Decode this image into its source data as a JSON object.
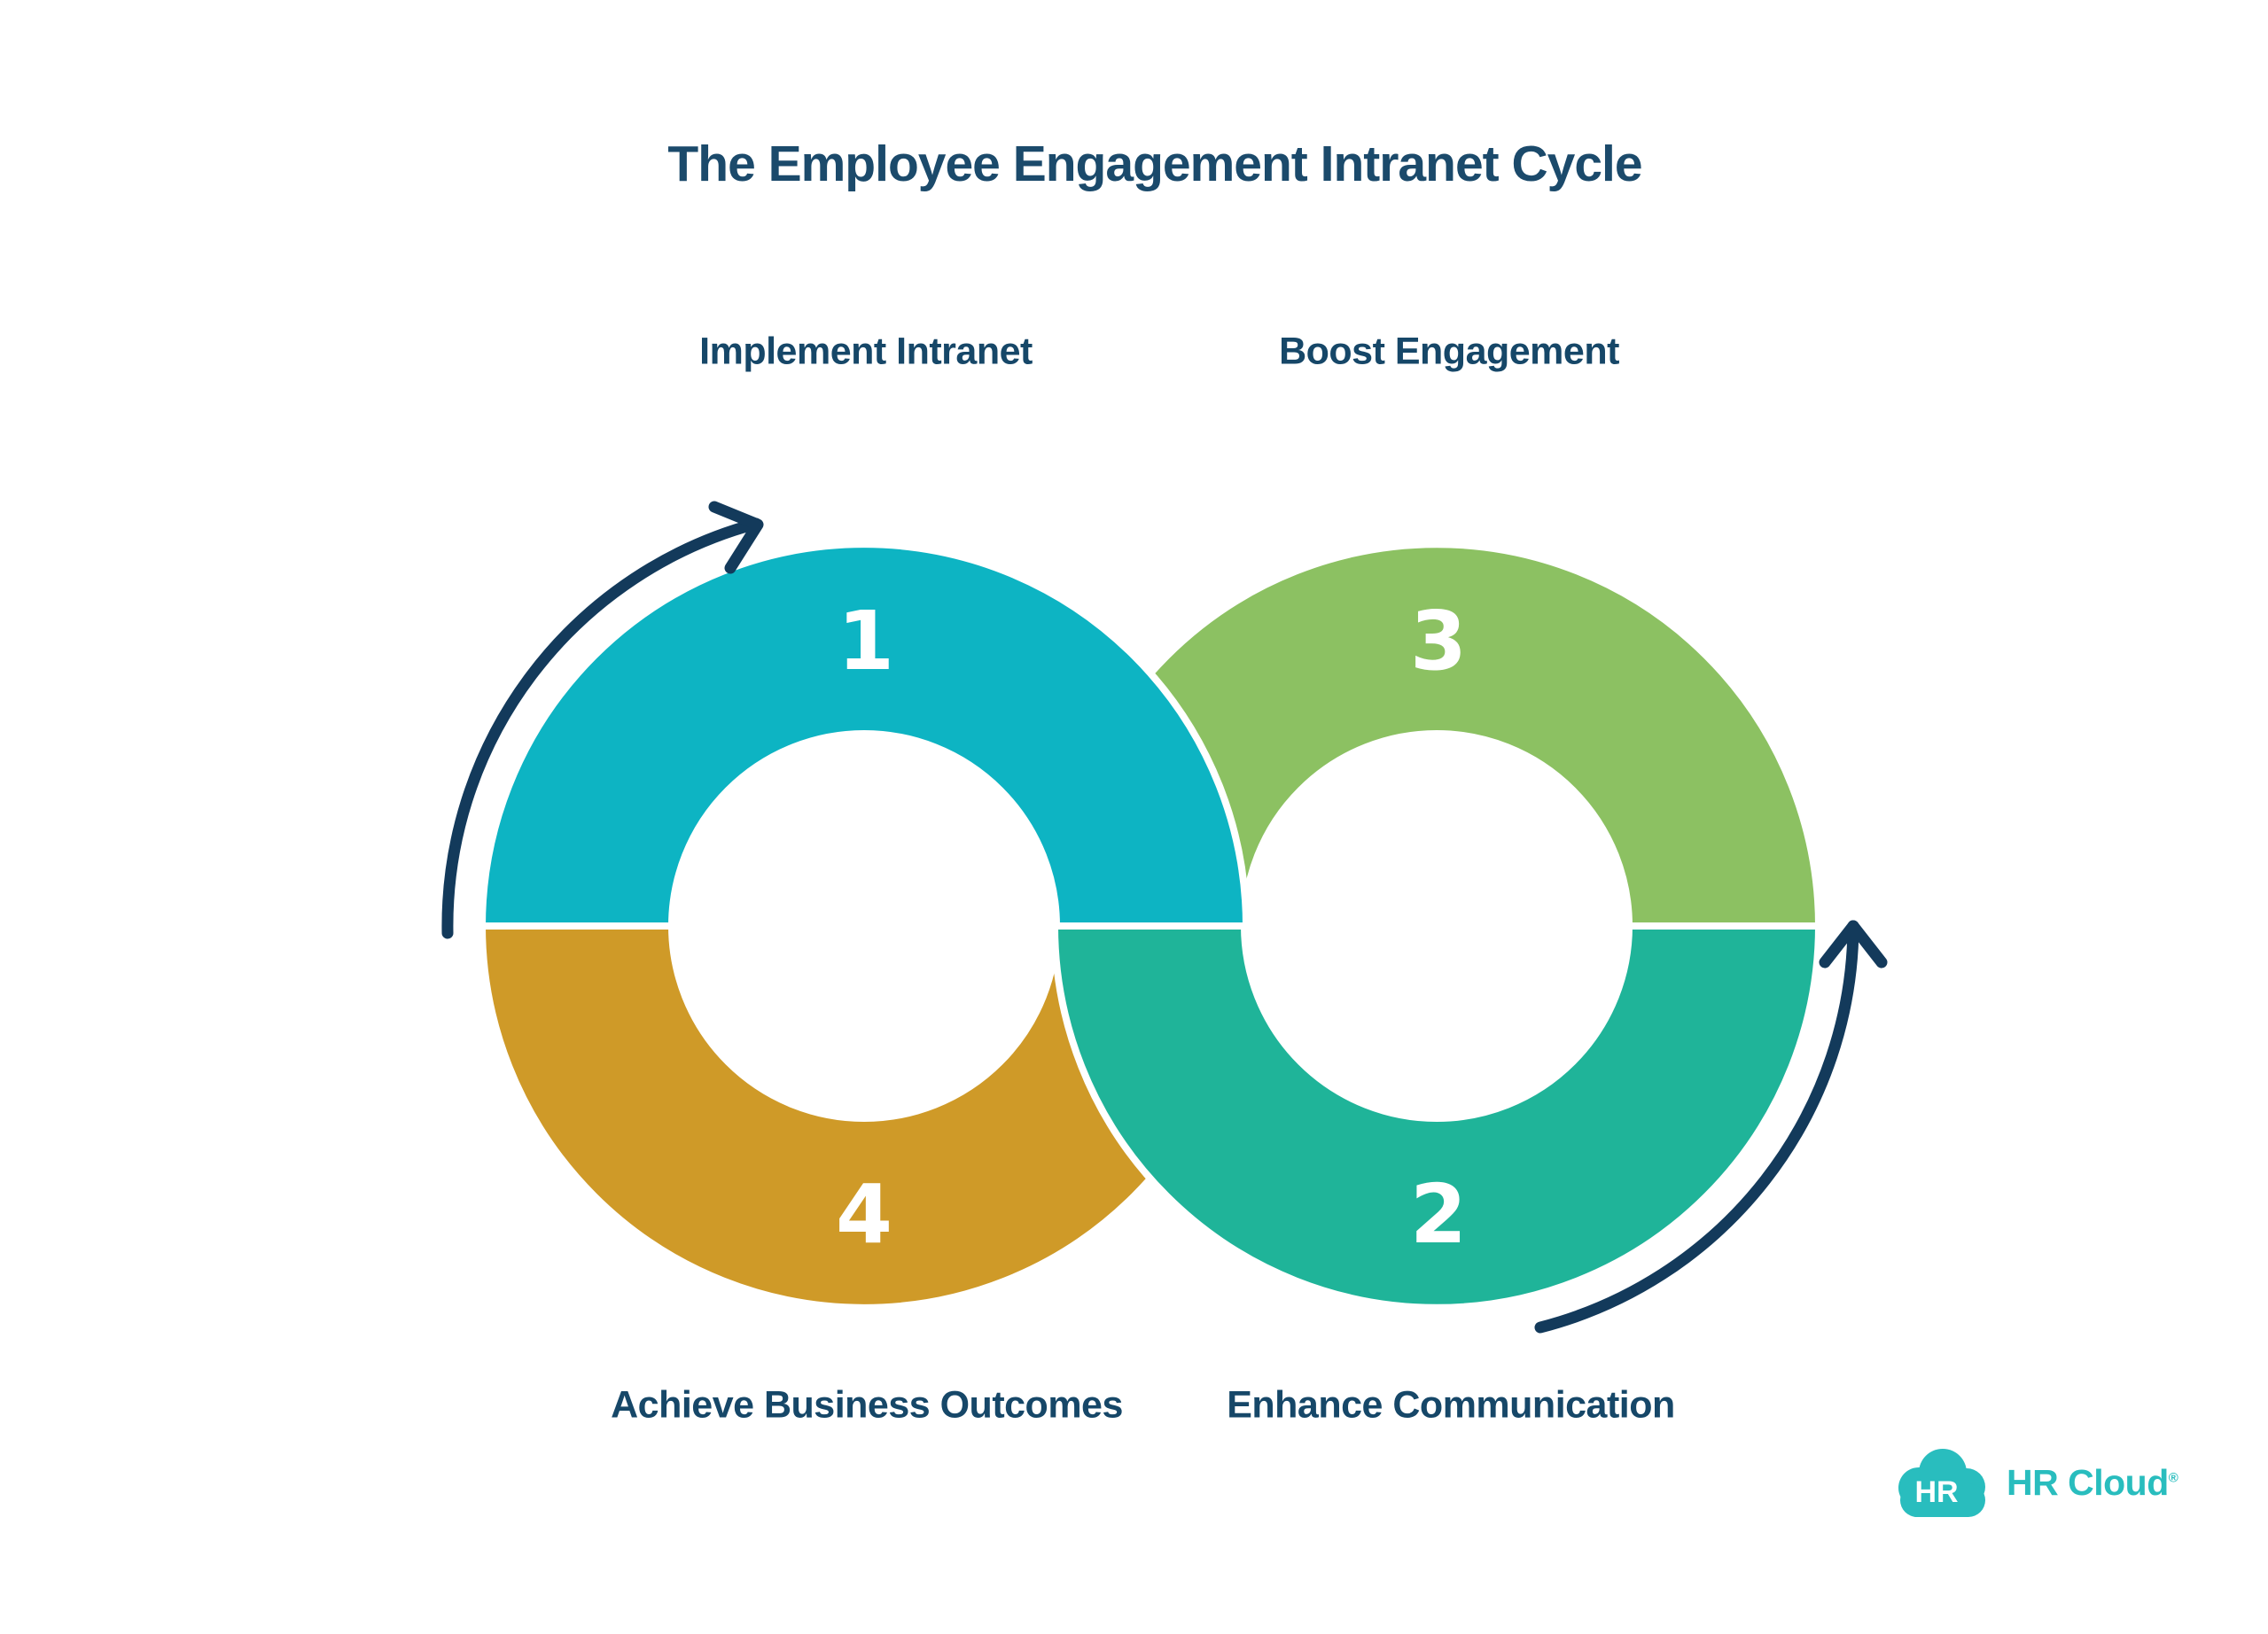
{
  "title": "The Employee Engagement Intranet Cycle",
  "steps": [
    {
      "number": "1",
      "label": "Implement Intranet",
      "color": "#0db4c3"
    },
    {
      "number": "2",
      "label": "Enhance Communication",
      "color": "#1fb499"
    },
    {
      "number": "3",
      "label": "Boost Engagement",
      "color": "#8cc162"
    },
    {
      "number": "4",
      "label": "Achieve Business Outcomes",
      "color": "#cf9a28"
    }
  ],
  "colors": {
    "heading_text": "#1b4a6b",
    "label_text": "#164768",
    "number_text": "#ffffff",
    "arrow": "#133a5b",
    "segment_divider": "#ffffff",
    "brand_teal": "#29bdbe",
    "background": "#ffffff"
  },
  "logo": {
    "icon_text": "HR",
    "brand_name": "HR Cloud",
    "registered_mark": "®"
  }
}
